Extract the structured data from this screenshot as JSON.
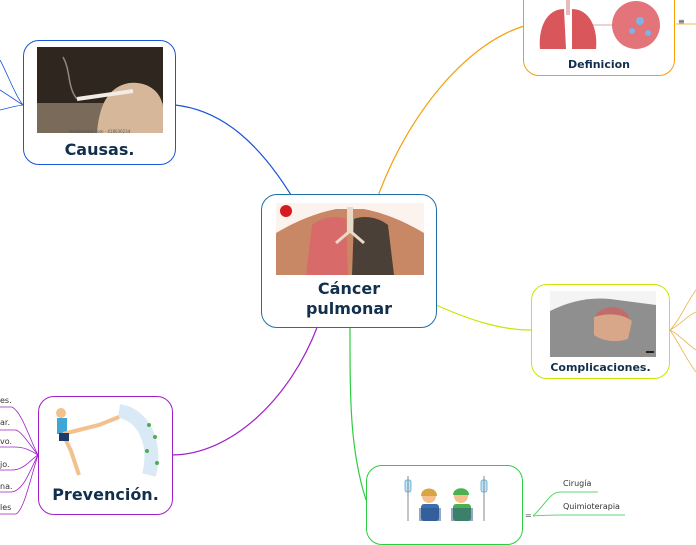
{
  "central": {
    "title": "Cáncer\npulmonar"
  },
  "topics": {
    "causas": {
      "label": "Causas.",
      "caption": "shutterstock.com · 418036234"
    },
    "definicion": {
      "label": "Definicion"
    },
    "complicaciones": {
      "label": "Complicaciones."
    },
    "prevencion": {
      "label": "Prevención."
    },
    "tratamiento": {
      "items": [
        "Cirugía",
        "Quimioterapia"
      ]
    }
  },
  "prevention_leaves": [
    "es.",
    "ar.",
    "vo.",
    "jo.",
    "na.",
    "les"
  ],
  "colors": {
    "central": "#1f6fa8",
    "causas": "#1a56db",
    "definicion": "#f59e0b",
    "complicaciones": "#c9e600",
    "prevencion": "#a020c8",
    "tratamiento": "#2ecc40"
  }
}
